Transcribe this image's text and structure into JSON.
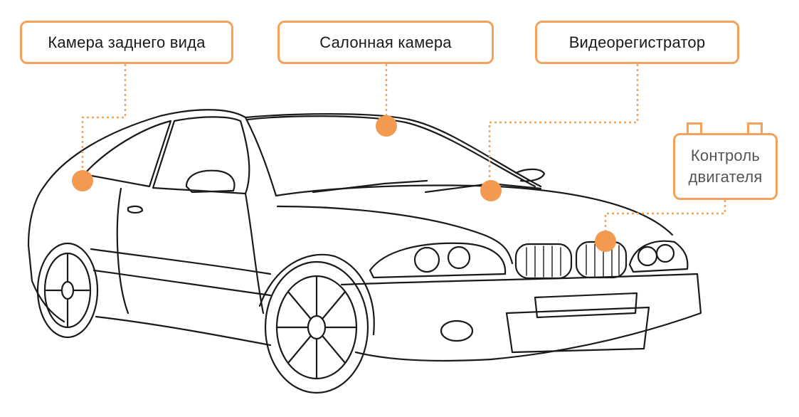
{
  "labels": {
    "rear_camera": "Камера заднего вида",
    "cabin_camera": "Салонная камера",
    "dashcam": "Видеорегистратор",
    "engine_control_line1": "Контроль",
    "engine_control_line2": "двигателя"
  },
  "colors": {
    "accent": "#F4A25A",
    "marker": "#F29A4F",
    "outline": "#1a1a1a"
  },
  "icons": {
    "engine_control": "battery-icon"
  }
}
